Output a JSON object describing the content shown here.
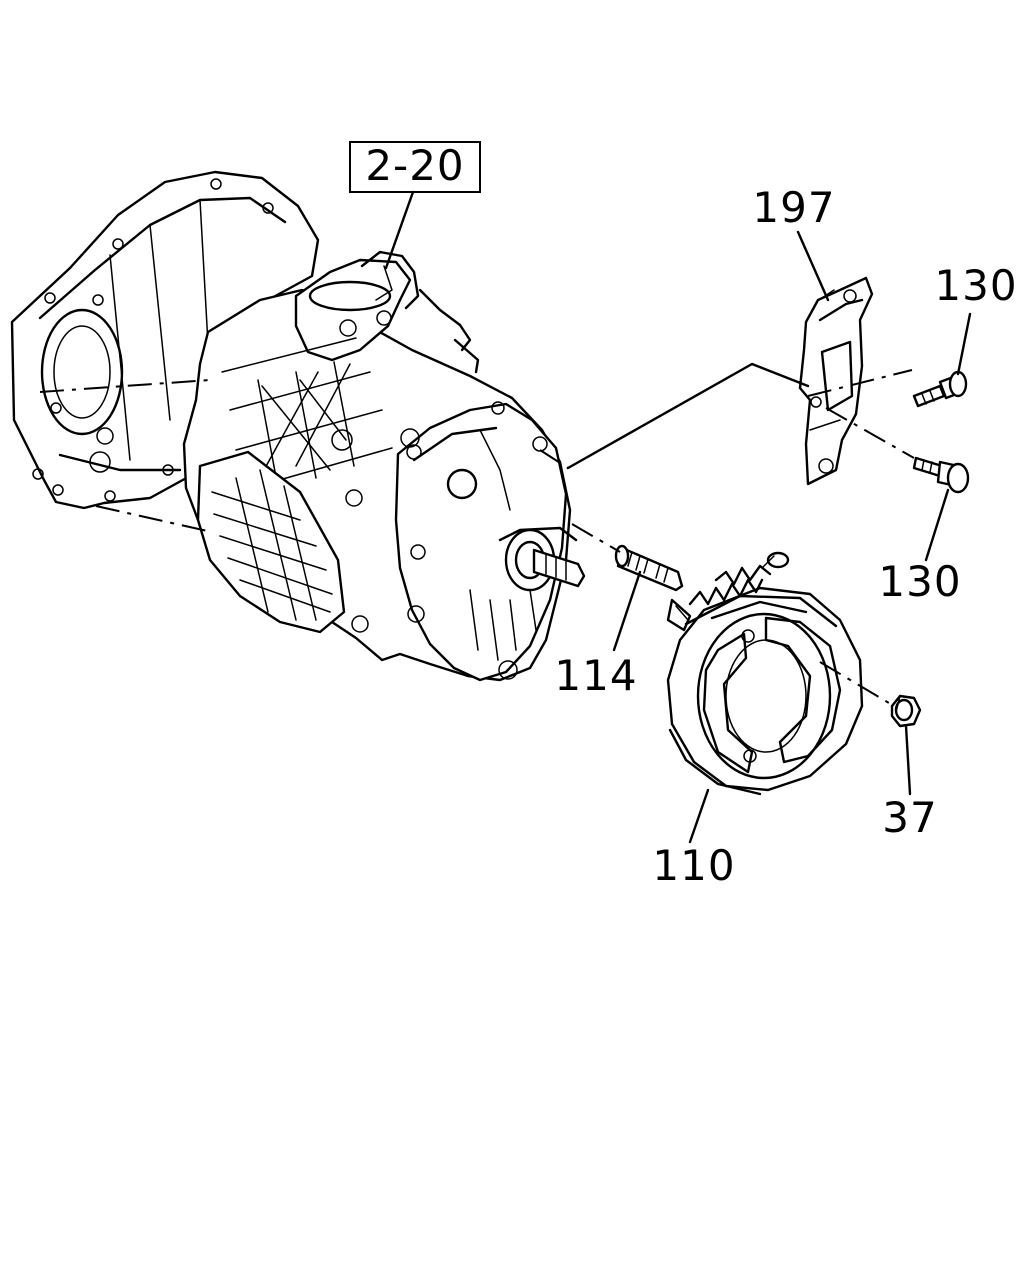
{
  "diagram": {
    "reference_box": "2-20",
    "callouts": {
      "c197": "197",
      "c130_top": "130",
      "c130_bottom": "130",
      "c114": "114",
      "c110": "110",
      "c37": "37"
    }
  }
}
